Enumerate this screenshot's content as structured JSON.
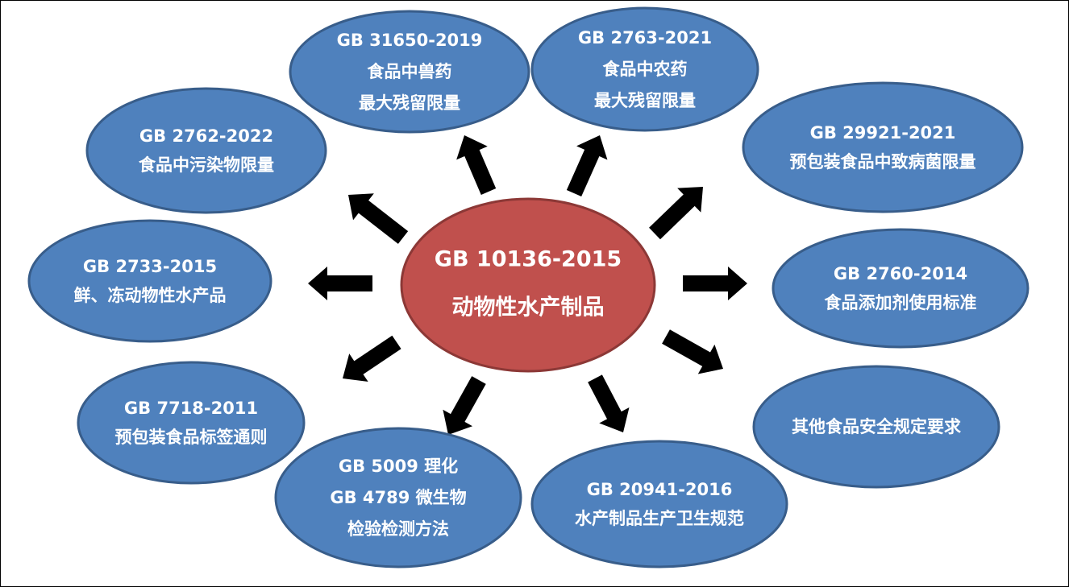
{
  "colors": {
    "center_fill": "#C0504D",
    "center_stroke": "#8C3836",
    "node_fill": "#4F81BD",
    "node_stroke": "#385D8A",
    "arrow": "#000000",
    "text": "#FFFFFF"
  },
  "center": {
    "lines": [
      "GB 10136-2015",
      "动物性水产制品"
    ]
  },
  "nodes": [
    {
      "id": "gb31650",
      "lines": [
        "GB 31650-2019",
        "食品中兽药",
        "最大残留限量"
      ]
    },
    {
      "id": "gb2763",
      "lines": [
        "GB 2763-2021",
        "食品中农药",
        "最大残留限量"
      ]
    },
    {
      "id": "gb29921",
      "lines": [
        "GB 29921-2021",
        "预包装食品中致病菌限量"
      ]
    },
    {
      "id": "gb2760",
      "lines": [
        "GB 2760-2014",
        "食品添加剂使用标准"
      ]
    },
    {
      "id": "other",
      "lines": [
        "其他食品安全规定要求"
      ]
    },
    {
      "id": "gb20941",
      "lines": [
        "GB 20941-2016",
        "水产制品生产卫生规范"
      ]
    },
    {
      "id": "gb5009",
      "lines": [
        "GB 5009 理化",
        "GB 4789 微生物",
        "检验检测方法"
      ]
    },
    {
      "id": "gb7718",
      "lines": [
        "GB 7718-2011",
        "预包装食品标签通则"
      ]
    },
    {
      "id": "gb2733",
      "lines": [
        "GB 2733-2015",
        "鲜、冻动物性水产品"
      ]
    },
    {
      "id": "gb2762",
      "lines": [
        "GB 2762-2022",
        "食品中污染物限量"
      ]
    }
  ]
}
